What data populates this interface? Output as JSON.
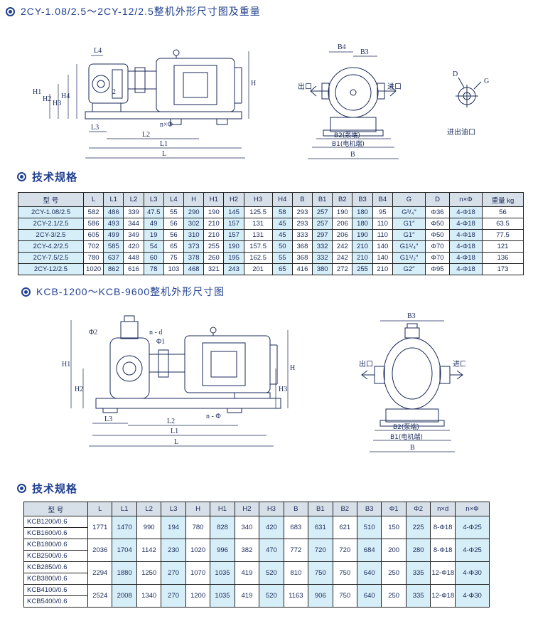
{
  "section1": {
    "title": "2CY-1.08/2.5～2CY-12/2.5整机外形尺寸图及重量",
    "side_labels": [
      "L4",
      "H1",
      "H2",
      "H3",
      "H4",
      "2",
      "L3",
      "L2",
      "L1",
      "L",
      "n×Φ",
      "H"
    ],
    "front_labels": [
      "B4",
      "B3",
      "出口",
      "进口",
      "B2(泵端)",
      "B1(电机端)",
      "B"
    ],
    "port_labels": [
      "D",
      "G",
      "进出油口"
    ]
  },
  "spec1": {
    "title": "技术规格",
    "headers": [
      "型 号",
      "L",
      "L1",
      "L2",
      "L3",
      "L4",
      "H",
      "H1",
      "H2",
      "H3",
      "H4",
      "B",
      "B1",
      "B2",
      "B3",
      "B4",
      "G",
      "D",
      "n×Φ",
      "重量 kg"
    ],
    "rows": [
      [
        "2CY-1.08/2.5",
        "582",
        "486",
        "339",
        "47.5",
        "55",
        "290",
        "190",
        "145",
        "125.5",
        "58",
        "293",
        "257",
        "190",
        "180",
        "95",
        "G³/₄″",
        "Φ36",
        "4-Φ18",
        "56"
      ],
      [
        "2CY-2.1/2.5",
        "586",
        "493",
        "344",
        "49",
        "56",
        "302",
        "210",
        "157",
        "131",
        "45",
        "293",
        "257",
        "206",
        "180",
        "110",
        "G1″",
        "Φ50",
        "4-Φ18",
        "63.5"
      ],
      [
        "2CY-3/2.5",
        "605",
        "499",
        "349",
        "19",
        "56",
        "310",
        "210",
        "157",
        "131",
        "45",
        "333",
        "297",
        "206",
        "190",
        "110",
        "G1″",
        "Φ50",
        "4-Φ18",
        "77.5"
      ],
      [
        "2CY-4.2/2.5",
        "702",
        "585",
        "420",
        "54",
        "65",
        "373",
        "255",
        "190",
        "157.5",
        "50",
        "368",
        "332",
        "242",
        "210",
        "140",
        "G1¹/₄″",
        "Φ70",
        "4-Φ18",
        "121"
      ],
      [
        "2CY-7.5/2.5",
        "780",
        "637",
        "448",
        "60",
        "75",
        "378",
        "260",
        "195",
        "162.5",
        "55",
        "368",
        "332",
        "242",
        "210",
        "140",
        "G1¹/₂″",
        "Φ70",
        "4-Φ18",
        "136"
      ],
      [
        "2CY-12/2.5",
        "1020",
        "862",
        "616",
        "78",
        "103",
        "468",
        "321",
        "243",
        "201",
        "65",
        "416",
        "380",
        "272",
        "255",
        "210",
        "G2″",
        "Φ95",
        "4-Φ18",
        "173"
      ]
    ]
  },
  "section2": {
    "title": "KCB-1200～KCB-9600整机外形尺寸图",
    "side_labels": [
      "Φ2",
      "n - d",
      "Φ1",
      "H1",
      "H2",
      "H",
      "H3",
      "L3",
      "L2",
      "n - Φ",
      "L1",
      "L"
    ],
    "front_labels": [
      "B3",
      "出口",
      "进口",
      "B2(泵端)",
      "B1(电机端)",
      "B"
    ]
  },
  "spec2": {
    "title": "技术规格",
    "headers": [
      "型 号",
      "L",
      "L1",
      "L2",
      "L3",
      "H",
      "H1",
      "H2",
      "H3",
      "B",
      "B1",
      "B2",
      "B3",
      "Φ1",
      "Φ2",
      "n×d",
      "n×Φ"
    ],
    "groups": [
      {
        "models": [
          "KCB1200/0.6",
          "KCB1600/0.6"
        ],
        "values": [
          "1771",
          "1470",
          "990",
          "194",
          "780",
          "828",
          "340",
          "420",
          "683",
          "631",
          "621",
          "510",
          "150",
          "225",
          "8-Φ18",
          "4-Φ25"
        ]
      },
      {
        "models": [
          "KCB1800/0.6",
          "KCB2500/0.6"
        ],
        "values": [
          "2036",
          "1704",
          "1142",
          "230",
          "1020",
          "996",
          "382",
          "470",
          "772",
          "720",
          "720",
          "684",
          "200",
          "280",
          "8-Φ18",
          "4-Φ25"
        ]
      },
      {
        "models": [
          "KCB2850/0.6",
          "KCB3800/0.6"
        ],
        "values": [
          "2294",
          "1880",
          "1250",
          "270",
          "1070",
          "1035",
          "419",
          "520",
          "810",
          "750",
          "750",
          "640",
          "250",
          "335",
          "12-Φ18",
          "4-Φ30"
        ]
      },
      {
        "models": [
          "KCB4100/0.6",
          "KCB5400/0.6"
        ],
        "values": [
          "2524",
          "2008",
          "1340",
          "270",
          "1200",
          "1035",
          "419",
          "520",
          "1163",
          "906",
          "750",
          "640",
          "250",
          "335",
          "12-Φ18",
          "4-Φ30"
        ]
      }
    ]
  }
}
